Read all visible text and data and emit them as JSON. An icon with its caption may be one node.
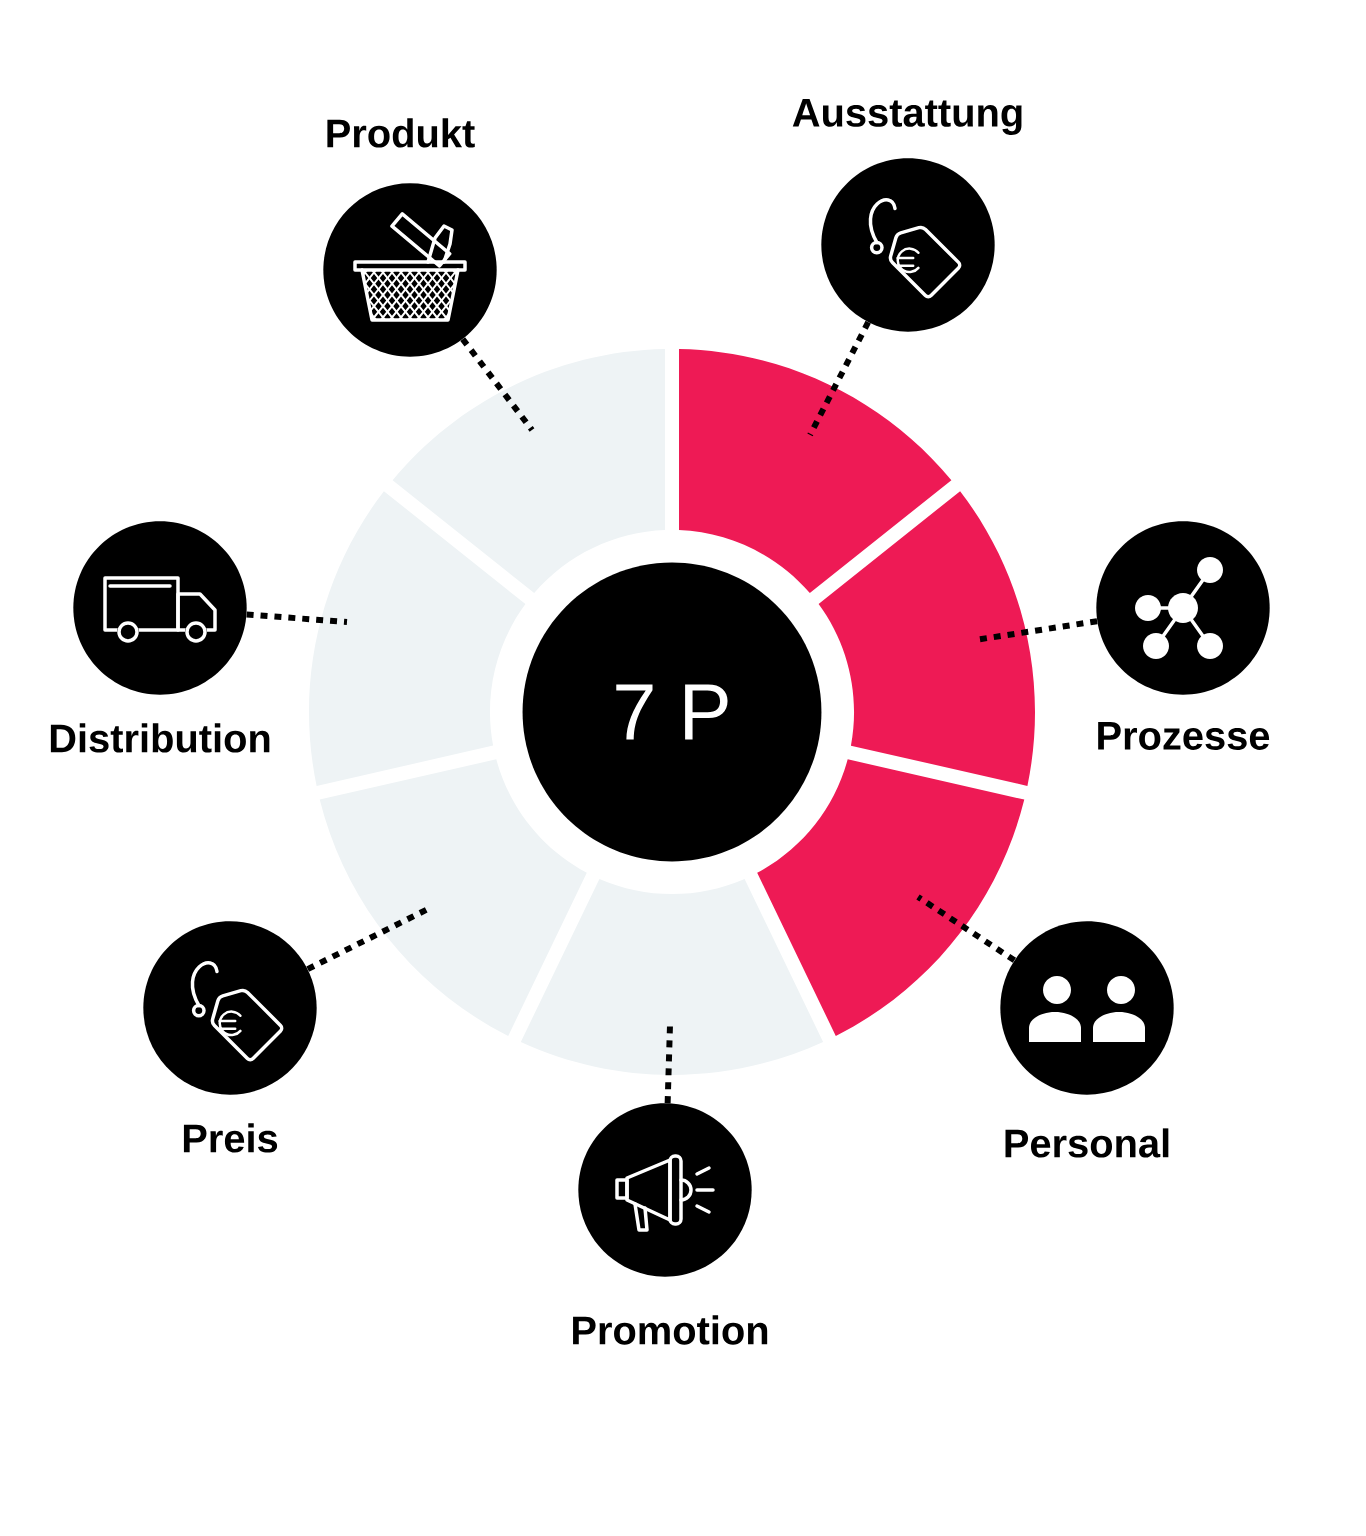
{
  "diagram": {
    "nodes": [
      {
        "text": [
          "7 P"
        ]
      },
      {
        "text": [
          "Produkt"
        ]
      },
      {
        "text": [
          "Ausstattung"
        ]
      },
      {
        "text": [
          "Distribution"
        ]
      },
      {
        "text": [
          "Prozesse"
        ]
      },
      {
        "text": [
          "Preis"
        ]
      },
      {
        "text": [
          "Personal"
        ]
      },
      {
        "text": [
          "Promotion"
        ]
      },
      {
        "text": [],
        "shape": "sector"
      },
      {
        "text": [],
        "shape": "sector"
      },
      {
        "text": [],
        "shape": "sector"
      },
      {
        "text": [],
        "shape": "sector"
      },
      {
        "text": [],
        "shape": "sector"
      },
      {
        "text": [],
        "shape": "sector"
      },
      {
        "text": [],
        "shape": "sector"
      }
    ],
    "edges": [
      {
        "from": 1,
        "to": 8,
        "arrow": "none",
        "style": "dashed"
      },
      {
        "from": 2,
        "to": 9,
        "arrow": "none",
        "style": "dashed"
      },
      {
        "from": 3,
        "to": 10,
        "arrow": "none",
        "style": "dashed"
      },
      {
        "from": 4,
        "to": 11,
        "arrow": "none",
        "style": "dashed"
      },
      {
        "from": 5,
        "to": 12,
        "arrow": "none",
        "style": "dashed"
      },
      {
        "from": 6,
        "to": 13,
        "arrow": "none",
        "style": "dashed"
      },
      {
        "from": 7,
        "to": 14,
        "arrow": "none",
        "style": "dashed"
      }
    ]
  }
}
